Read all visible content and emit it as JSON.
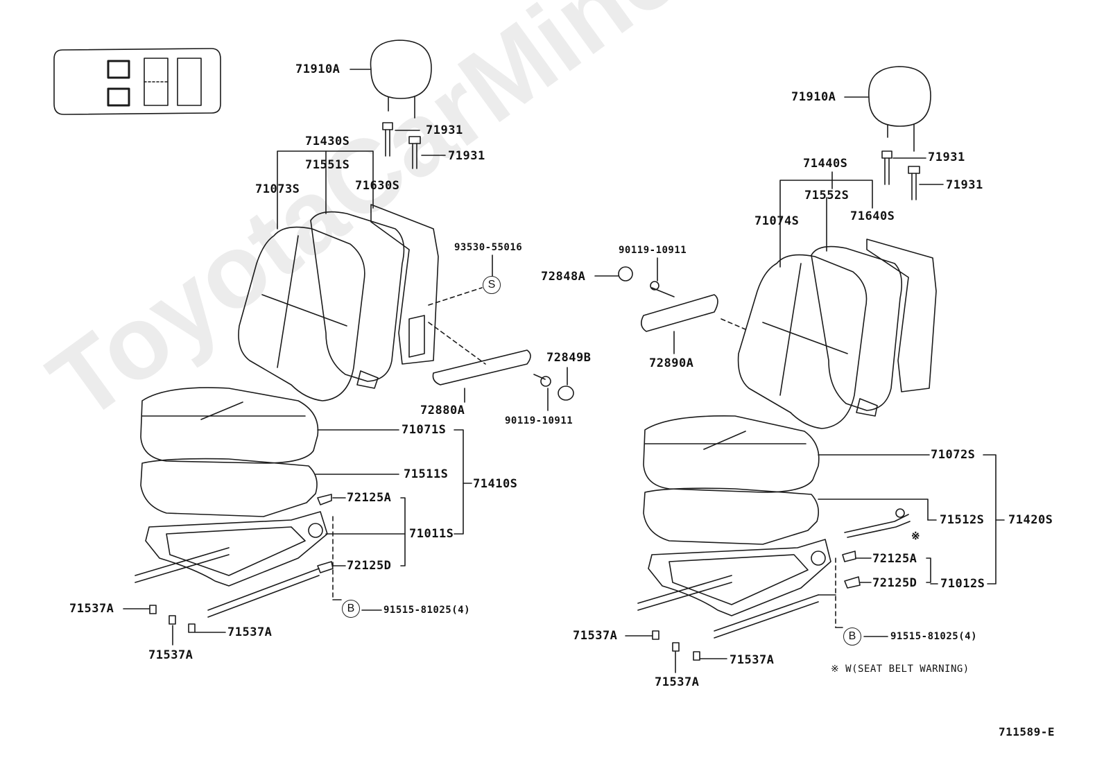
{
  "watermark": "ToyotaCarMiner.ru",
  "diagram_id": "711589-E",
  "note": "※ W(SEAT BELT WARNING)",
  "callouts": {
    "s": "S",
    "b": "B"
  },
  "left": {
    "headrest": "71910A",
    "support_1": "71931",
    "support_2": "71931",
    "back_assy": "71430S",
    "back_cover": "71551S",
    "back_frame": "71630S",
    "back_pad": "71073S",
    "bolt_s": "93530-55016",
    "knob": "72880A",
    "cap": "72849B",
    "screw": "90119-10911",
    "cushion_pad": "71071S",
    "cushion_cover": "71511S",
    "cushion_assy": "71410S",
    "cover_a": "72125A",
    "frame": "71011S",
    "cover_d": "72125D",
    "bolt_b": "91515-81025(4)",
    "cap_1": "71537A",
    "cap_2": "71537A",
    "cap_3": "71537A"
  },
  "right": {
    "headrest": "71910A",
    "support_1": "71931",
    "support_2": "71931",
    "back_assy": "71440S",
    "back_cover": "71552S",
    "back_frame": "71640S",
    "back_pad": "71074S",
    "screw": "90119-10911",
    "cap": "72848A",
    "knob": "72890A",
    "cushion_pad": "71072S",
    "cushion_cover": "71512S",
    "cushion_assy": "71420S",
    "cover_a": "72125A",
    "cover_d": "72125D",
    "frame": "71012S",
    "bolt_b": "91515-81025(4)",
    "cap_1": "71537A",
    "cap_2": "71537A",
    "cap_3": "71537A"
  }
}
